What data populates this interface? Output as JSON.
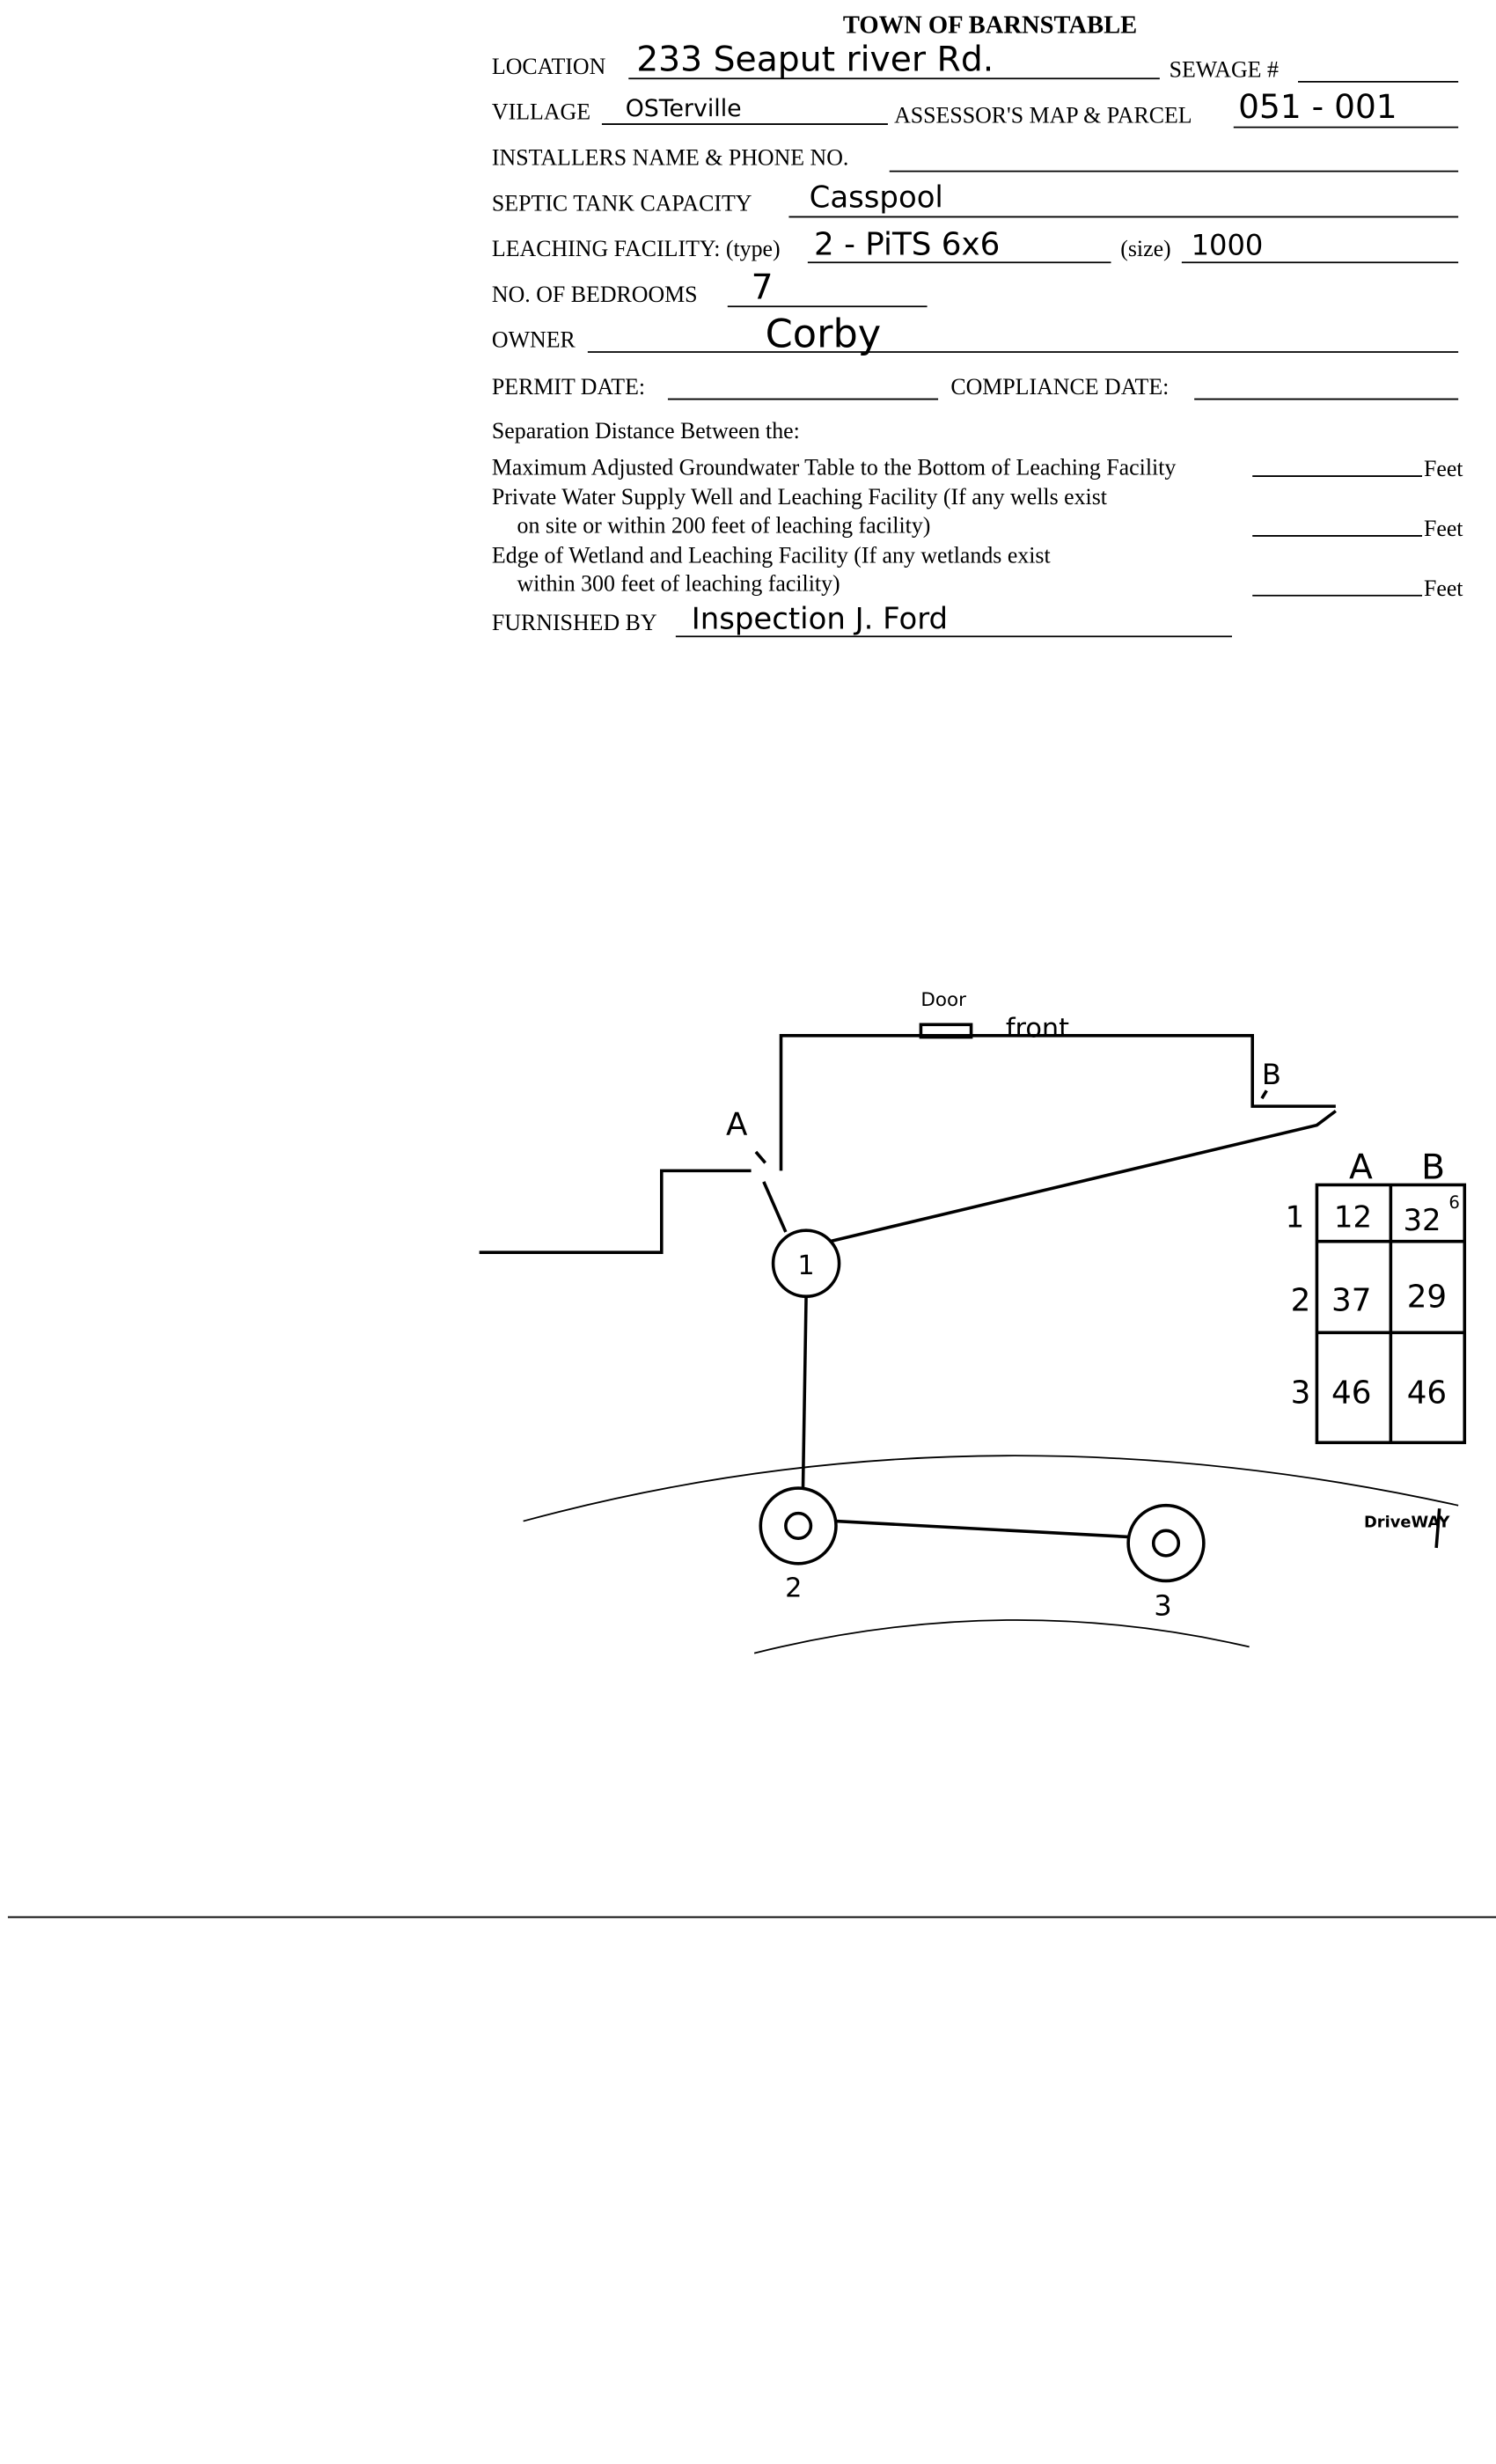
{
  "form": {
    "title": "TOWN OF BARNSTABLE",
    "location_label": "LOCATION",
    "location_value": "233 Seaput river Rd.",
    "sewage_label": "SEWAGE #",
    "village_label": "VILLAGE",
    "village_value": "OSTerville",
    "map_parcel_label": "ASSESSOR'S MAP & PARCEL",
    "map_parcel_value": "051 - 001",
    "installers_label": "INSTALLERS NAME & PHONE NO.",
    "septic_label": "SEPTIC TANK CAPACITY",
    "septic_value": "Casspool",
    "leaching_label": "LEACHING FACILITY: (type)",
    "leaching_value": "2 - PiTS  6x6",
    "size_label": "(size)",
    "size_value": "1000",
    "bedrooms_label": "NO. OF BEDROOMS",
    "bedrooms_value": "7",
    "owner_label": "OWNER",
    "owner_value": "Corby",
    "permit_label": "PERMIT DATE:",
    "compliance_label": "COMPLIANCE DATE:",
    "separation_heading": "Separation Distance Between the:",
    "sep1": "Maximum Adjusted Groundwater Table to the Bottom of Leaching Facility",
    "sep2a": "Private Water Supply Well and Leaching Facility (If any wells exist",
    "sep2b": "on site or within 200 feet of leaching facility)",
    "sep3a": "Edge of Wetland and Leaching Facility (If any wetlands exist",
    "sep3b": "within 300 feet of leaching facility)",
    "feet": "Feet",
    "furnished_label": "FURNISHED BY",
    "furnished_value": "Inspection   J. Ford"
  },
  "sketch": {
    "door": "Door",
    "front": "front",
    "corner_a": "A",
    "corner_b": "B",
    "pit1": "1",
    "pit2": "2",
    "pit3": "3",
    "driveway": "DriveWAY",
    "table": {
      "headers": [
        "A",
        "B"
      ],
      "rows": [
        {
          "label": "1",
          "a": "12",
          "b": "32",
          "b_sup": "6"
        },
        {
          "label": "2",
          "a": "37",
          "b": "29"
        },
        {
          "label": "3",
          "a": "46",
          "b": "46"
        }
      ]
    }
  }
}
